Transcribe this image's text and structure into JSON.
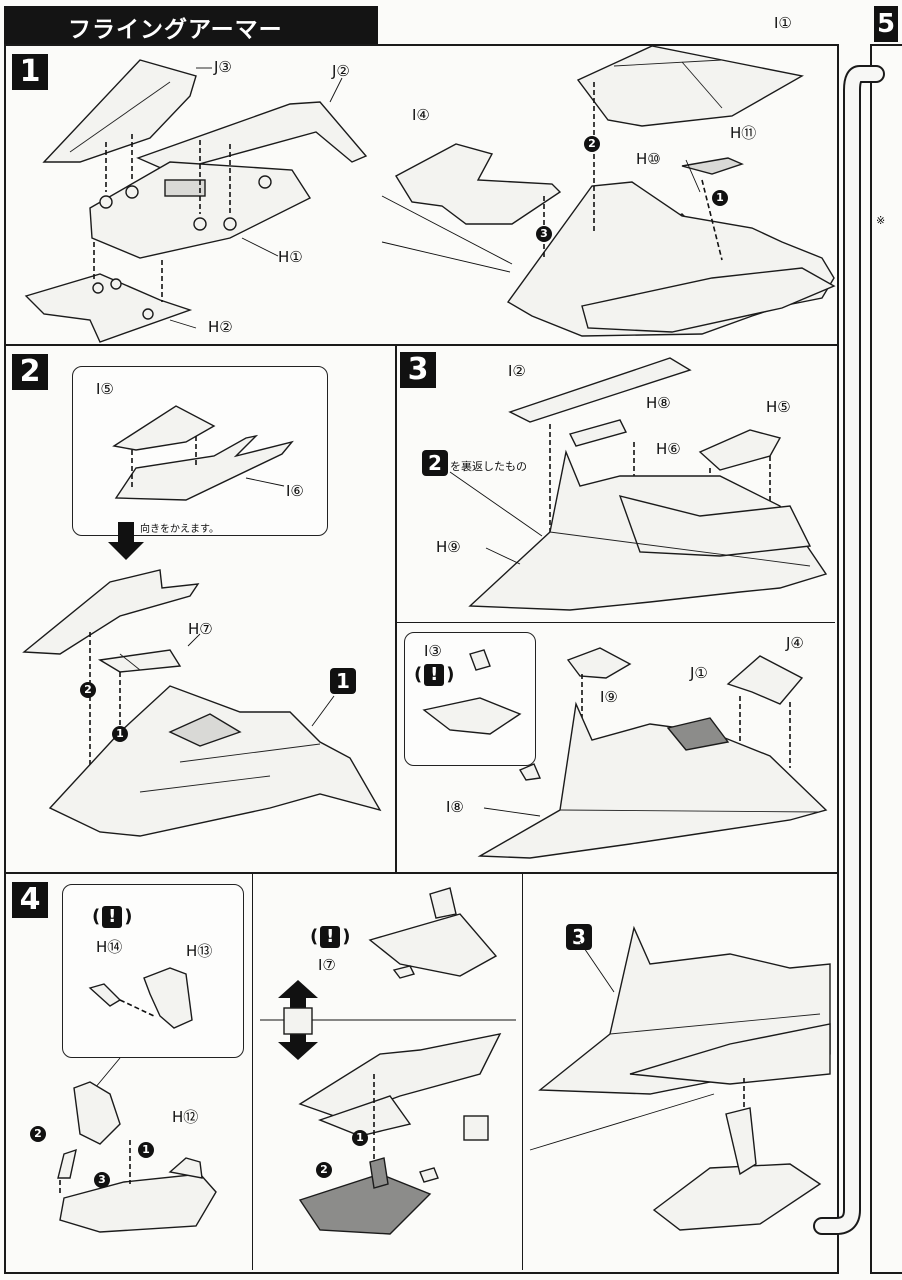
{
  "title": "フライングアーマー",
  "steps": {
    "s1": "1",
    "s2": "2",
    "s3": "3",
    "s4": "4",
    "s5": "5",
    "ref3": "3",
    "ref1": "1",
    "ref2": "2"
  },
  "parts": {
    "J3": "J③",
    "J2": "J②",
    "H1": "H①",
    "H2": "H②",
    "I1": "I①",
    "I4": "I④",
    "H11": "H⑪",
    "H10": "H⑩",
    "I5": "I⑤",
    "I6": "I⑥",
    "H7": "H⑦",
    "I2": "I②",
    "H8": "H⑧",
    "H5": "H⑤",
    "H6": "H⑥",
    "H9": "H⑨",
    "I3": "I③",
    "I9": "I⑨",
    "J1": "J①",
    "J4": "J④",
    "I8": "I⑧",
    "H14": "H⑭",
    "H13": "H⑬",
    "H12": "H⑫",
    "I7": "I⑦"
  },
  "notes": {
    "rotate": "向きをかえます。",
    "flipped": "を裏返したもの",
    "excl_open": "(",
    "excl_mark": "!",
    "excl_close": ")",
    "asterisk": "※"
  },
  "order": {
    "n1": "1",
    "n2": "2",
    "n3": "3"
  },
  "colors": {
    "ink": "#111111",
    "paper": "#fbfbf9",
    "gray_part": "#8c8c8a"
  }
}
